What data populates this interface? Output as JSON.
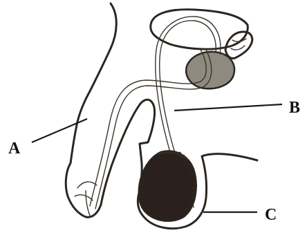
{
  "labels": {
    "a": "A",
    "b": "B",
    "c": "C"
  },
  "colors": {
    "ink": "#2b2620",
    "gland_fill": "#8f8a80",
    "testis_fill": "#2a211c",
    "paper": "#ffffff"
  }
}
